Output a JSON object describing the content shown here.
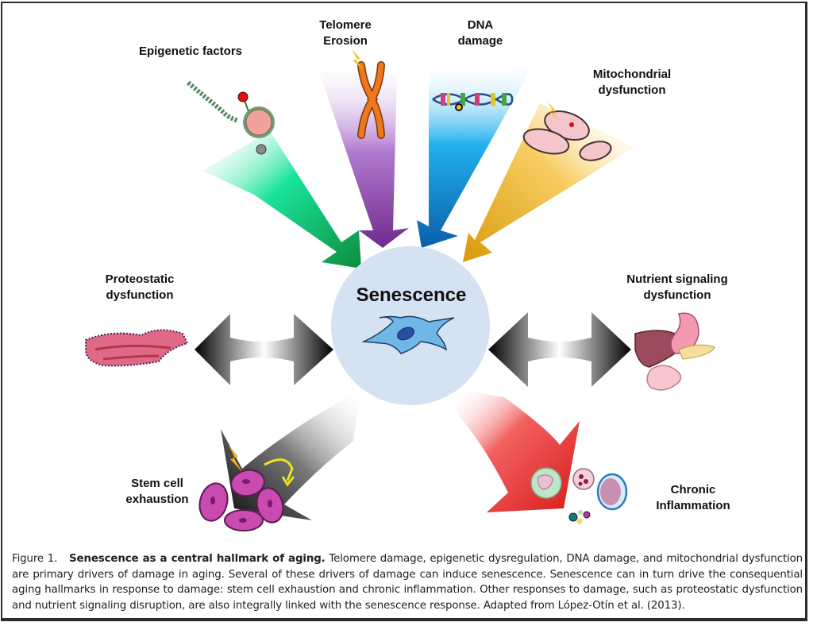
{
  "diagram": {
    "center": {
      "label": "Senescence",
      "icon": "senescent-cell-icon",
      "color": "#d4e2f2"
    },
    "primary_drivers": [
      {
        "label_lines": [
          "Epigenetic factors"
        ],
        "icon": "nucleosome-icon",
        "arrow_color": "#0f9a4b",
        "direction": "inward"
      },
      {
        "label_lines": [
          "Telomere",
          "Erosion"
        ],
        "icon": "chromosome-icon",
        "arrow_color": "#8a3aa6",
        "direction": "inward"
      },
      {
        "label_lines": [
          "DNA",
          "damage"
        ],
        "icon": "dna-helix-icon",
        "arrow_color": "#1577c4",
        "direction": "inward"
      },
      {
        "label_lines": [
          "Mitochondrial",
          "dysfunction"
        ],
        "icon": "mitochondria-icon",
        "arrow_color": "#e2a418",
        "direction": "inward"
      }
    ],
    "linked_responses": [
      {
        "label_lines": [
          "Proteostatic",
          "dysfunction"
        ],
        "icon": "endoplasmic-reticulum-icon",
        "arrow_color": "#111111",
        "direction": "bidirectional"
      },
      {
        "label_lines": [
          "Nutrient signaling",
          "dysfunction"
        ],
        "icon": "digestive-organs-icon",
        "arrow_color": "#111111",
        "direction": "bidirectional"
      }
    ],
    "consequences": [
      {
        "label_lines": [
          "Stem cell",
          "exhaustion"
        ],
        "icon": "stem-cells-icon",
        "arrow_color": "#1a1a1a",
        "direction": "outward"
      },
      {
        "label_lines": [
          "Chronic",
          "Inflammation"
        ],
        "icon": "immune-cells-icon",
        "arrow_color": "#e32222",
        "direction": "outward"
      }
    ]
  },
  "caption": {
    "figure_number": "Figure 1.",
    "title": "Senescence as a central hallmark of aging.",
    "body": "Telomere damage, epigenetic dysregulation, DNA damage, and mitochondrial dysfunction are primary drivers of damage in aging. Several of these drivers of damage can induce senescence. Senescence can in turn drive the consequential aging hallmarks in response to damage: stem cell exhaustion and chronic inflammation. Other responses to damage, such as proteostatic dysfunction and nutrient signaling disruption, are also integrally linked with the senescence response. Adapted from López-Otín et al. (2013)."
  }
}
